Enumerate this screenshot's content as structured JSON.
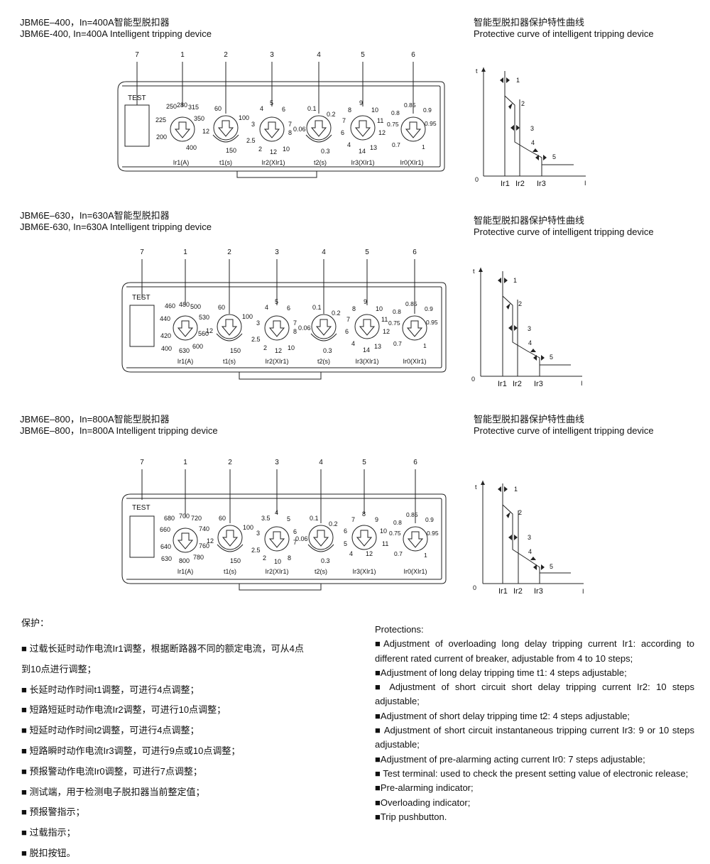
{
  "sections": [
    {
      "title_cn": "JBM6E–400，In=400A智能型脱扣器",
      "title_en": "JBM6E-400, In=400A Intelligent tripping device",
      "curve_title_cn": "智能型脱扣器保护特性曲线",
      "curve_title_en": "Protective curve of intelligent tripping device",
      "dial1_values": [
        "250",
        "280",
        "315",
        "225",
        "350",
        "200",
        "400"
      ],
      "dial5_values": [
        "8",
        "9",
        "10",
        "7",
        "11",
        "6",
        "12",
        "4",
        "14",
        "13"
      ],
      "dial3_values": [
        "4",
        "5",
        "6",
        "3",
        "7",
        "8",
        "2.5",
        "2",
        "12",
        "10"
      ]
    },
    {
      "title_cn": "JBM6E–630，In=630A智能型脱扣器",
      "title_en": "JBM6E-630, In=630A Intelligent tripping device",
      "curve_title_cn": "智能型脱扣器保护特性曲线",
      "curve_title_en": "Protective curve of intelligent tripping device",
      "dial1_values": [
        "460",
        "480",
        "500",
        "440",
        "530",
        "420",
        "560",
        "400",
        "630",
        "600"
      ],
      "dial5_values": [
        "8",
        "9",
        "10",
        "7",
        "11",
        "6",
        "12",
        "4",
        "14",
        "13"
      ],
      "dial3_values": [
        "4",
        "5",
        "6",
        "3",
        "7",
        "8",
        "2.5",
        "2",
        "12",
        "10"
      ]
    },
    {
      "title_cn": "JBM6E–800，In=800A智能型脱扣器",
      "title_en": "JBM6E–800，In=800A Intelligent tripping device",
      "curve_title_cn": "智能型脱扣器保护特性曲线",
      "curve_title_en": "Protective curve of intelligent tripping device",
      "dial1_values": [
        "680",
        "700",
        "720",
        "660",
        "740",
        "640",
        "760",
        "630",
        "800",
        "780"
      ],
      "dial5_values": [
        "7",
        "8",
        "9",
        "6",
        "10",
        "5",
        "11",
        "4",
        "12"
      ],
      "dial3_values": [
        "3.5",
        "4",
        "5",
        "3",
        "6",
        "7",
        "2.5",
        "2",
        "10",
        "8"
      ]
    }
  ],
  "panel": {
    "test_label": "TEST",
    "callouts": [
      "7",
      "1",
      "2",
      "3",
      "4",
      "5",
      "6"
    ],
    "dial_labels": [
      "Ir1(A)",
      "t1(s)",
      "Ir2(XIr1)",
      "t2(s)",
      "Ir3(XIr1)",
      "Ir0(XIr1)"
    ],
    "t1_values": [
      "60",
      "100",
      "12",
      "150"
    ],
    "t2_values": [
      "0.1",
      "0.2",
      "0.06",
      "0.3"
    ],
    "ir0_values": [
      "0.85",
      "0.8",
      "0.9",
      "0.75",
      "0.95",
      "0.7",
      "1"
    ]
  },
  "curve": {
    "y_axis": "t",
    "x_axis": "I",
    "origin": "0",
    "x_ticks": [
      "Ir1",
      "Ir2",
      "Ir3"
    ],
    "markers": [
      "1",
      "2",
      "3",
      "4",
      "5"
    ]
  },
  "protections_cn": {
    "heading": "保护：",
    "items": [
      "■ 过载长延时动作电流Ir1调整，根据断路器不同的额定电流，可从4点",
      "到10点进行调整；",
      "■ 长延时动作时间t1调整，可进行4点调整；",
      "■ 短路短延时动作电流Ir2调整，可进行10点调整；",
      "■ 短延时动作时间t2调整，可进行4点调整；",
      "■ 短路瞬时动作电流Ir3调整，可进行9点或10点调整；",
      "■ 预报警动作电流Ir0调整，可进行7点调整；",
      "■ 测试端，用于检测电子脱扣器当前整定值；",
      "■ 预报警指示；",
      "■ 过载指示；",
      "■ 脱扣按钮。"
    ]
  },
  "protections_en": {
    "heading": "Protections:",
    "items": [
      "■Adjustment of overloading long delay tripping current Ir1: according to different rated current of breaker, adjustable from 4 to 10 steps;",
      "■Adjustment of long delay tripping time t1: 4 steps adjustable;",
      "■ Adjustment of short circuit short delay tripping current Ir2: 10 steps adjustable;",
      "■Adjustment of short delay tripping time t2: 4 steps adjustable;",
      "■ Adjustment of short circuit instantaneous tripping current Ir3: 9 or 10 steps adjustable;",
      "■Adjustment of pre-alarming acting current Ir0: 7 steps adjustable;",
      "■ Test terminal: used to check the present setting value of electronic release;",
      "■Pre-alarming indicator;",
      "■Overloading indicator;",
      "■Trip pushbutton."
    ]
  }
}
